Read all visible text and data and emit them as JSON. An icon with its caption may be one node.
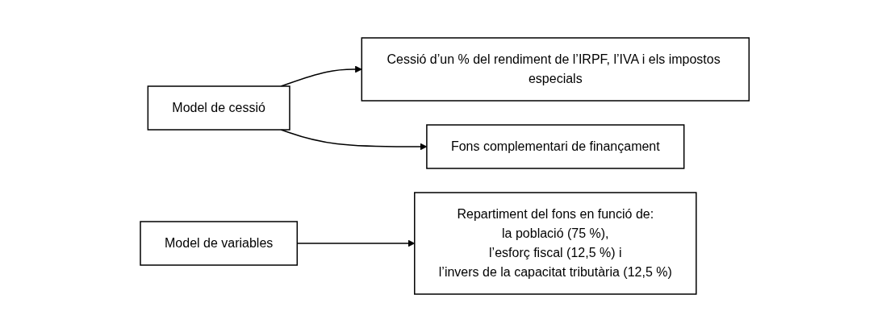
{
  "diagram": {
    "nodes": [
      {
        "text": [
          "Model de cessió"
        ]
      },
      {
        "text": [
          "Cessió d’un % del rendiment de l’IRPF, l’IVA i els impostos especials"
        ]
      },
      {
        "text": [
          "Fons complementari de finançament"
        ]
      },
      {
        "text": [
          "Model de variables"
        ]
      },
      {
        "text": [
          "Repartiment del fons en funció de:",
          "la població (75 %),",
          "l’esforç fiscal (12,5 %) i",
          "l’invers de la capacitat tributària (12,5 %)"
        ]
      }
    ],
    "edges": [
      {
        "from": 0,
        "to": 1,
        "arrow": "to"
      },
      {
        "from": 0,
        "to": 2,
        "arrow": "to"
      },
      {
        "from": 3,
        "to": 4,
        "arrow": "to"
      }
    ]
  }
}
